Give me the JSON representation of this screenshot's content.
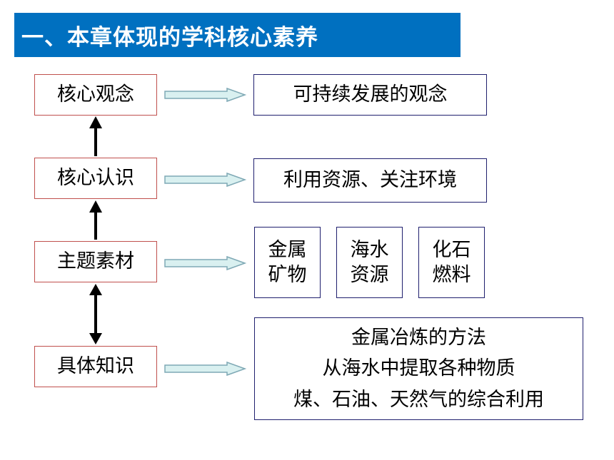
{
  "title": "一、本章体现的学科核心素养",
  "levels": [
    {
      "label": "核心观念"
    },
    {
      "label": "核心认识"
    },
    {
      "label": "主题素材"
    },
    {
      "label": "具体知识"
    }
  ],
  "details": {
    "concept": "可持续发展的观念",
    "understanding": "利用资源、关注环境",
    "materials": [
      {
        "line1": "金属",
        "line2": "矿物"
      },
      {
        "line1": "海水",
        "line2": "资源"
      },
      {
        "line1": "化石",
        "line2": "燃料"
      }
    ],
    "knowledge": [
      "金属冶炼的方法",
      "从海水中提取各种物质",
      "煤、石油、天然气的综合利用"
    ]
  },
  "colors": {
    "title_bg": "#0070c0",
    "left_box_border": "#c0504d",
    "right_box_border": "#1f1f6e",
    "arrow_fill": "#d9f0f0",
    "arrow_stroke": "#7fa9b5"
  }
}
